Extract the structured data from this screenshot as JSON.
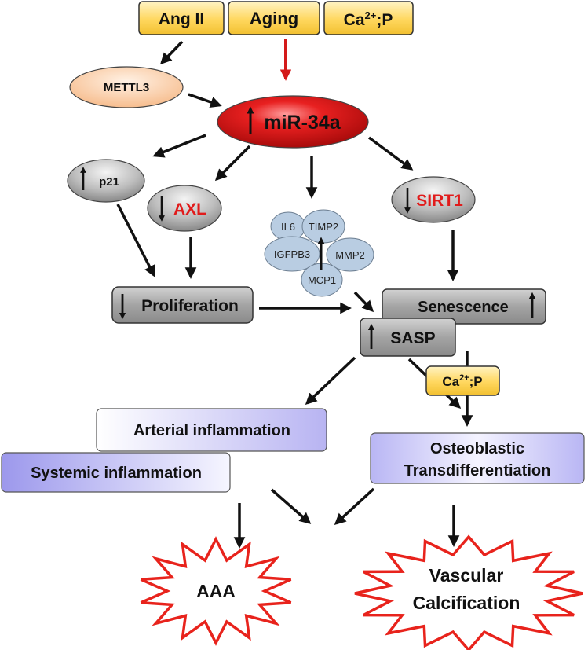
{
  "inputs": {
    "ang": "Ang II",
    "aging": "Aging",
    "ca_base": "Ca",
    "ca_sup": "2+",
    "ca_tail": ";P"
  },
  "nodes": {
    "mettl3": "METTL3",
    "mir34a": "miR-34a",
    "p21": "p21",
    "axl": "AXL",
    "sirt1": "SIRT1",
    "proliferation": "Proliferation",
    "senescence": "Senescence",
    "sasp": "SASP",
    "calcium_base": "Ca",
    "calcium_sup": "2+",
    "calcium_tail": ";P",
    "arterial_inflammation": "Arterial inflammation",
    "systemic_inflammation": "Systemic inflammation",
    "osteoblastic_line1": "Osteoblastic",
    "osteoblastic_line2": "Transdifferentiation",
    "aaa": "AAA",
    "vascular_line1": "Vascular",
    "vascular_line2": "Calcification"
  },
  "sasp_factors": {
    "il6": "IL6",
    "timp2": "TIMP2",
    "igfbp3": "IGFPB3",
    "mmp2": "MMP2",
    "mcp1": "MCP1"
  },
  "colors": {
    "yellow_box": "#ffd75e",
    "red_ellipse": "#d81414",
    "gray_node": "#a9a9a9",
    "blue_cluster": "#b9cde2",
    "lavender_box": "#c9c6f5",
    "star_outline": "#e8231c"
  }
}
